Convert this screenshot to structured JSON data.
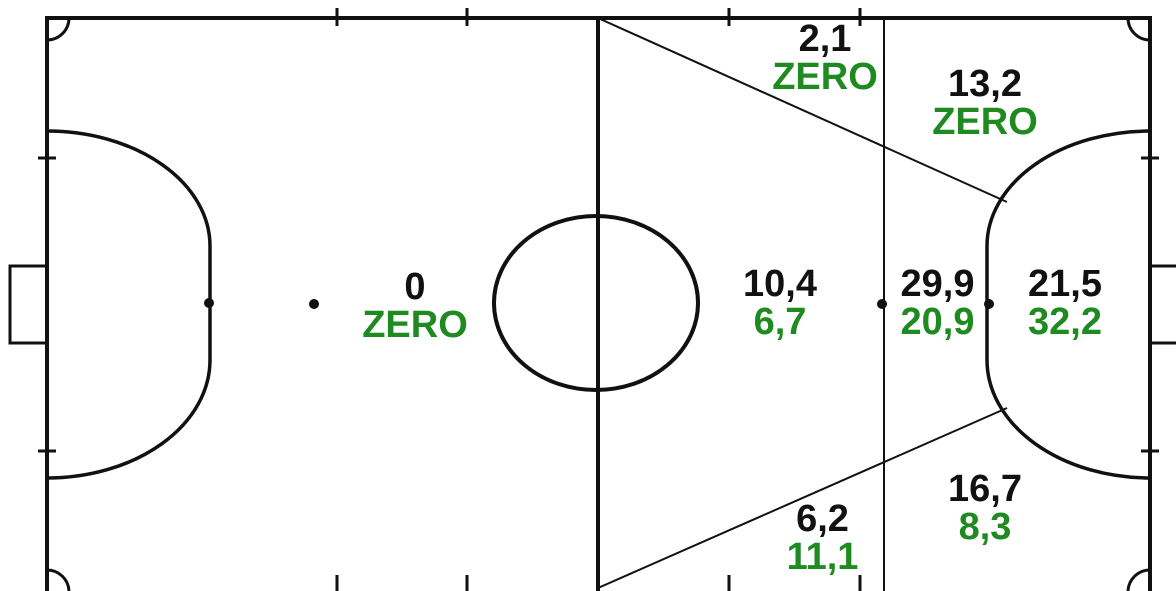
{
  "colors": {
    "line": "#111111",
    "primary_value": "#111111",
    "secondary_value": "#1f8a1f"
  },
  "zones": {
    "own_half": {
      "primary": "0",
      "secondary": "ZERO"
    },
    "mid_attack": {
      "primary": "10,4",
      "secondary": "6,7"
    },
    "top_wing_inner": {
      "primary": "2,1",
      "secondary": "ZERO"
    },
    "top_wing_outer": {
      "primary": "13,2",
      "secondary": "ZERO"
    },
    "bottom_wing_inner": {
      "primary": "6,2",
      "secondary": "11,1"
    },
    "bottom_wing_outer": {
      "primary": "16,7",
      "secondary": "8,3"
    },
    "central_zone": {
      "primary": "29,9",
      "secondary": "20,9"
    },
    "penalty_area": {
      "primary": "21,5",
      "secondary": "32,2"
    }
  }
}
